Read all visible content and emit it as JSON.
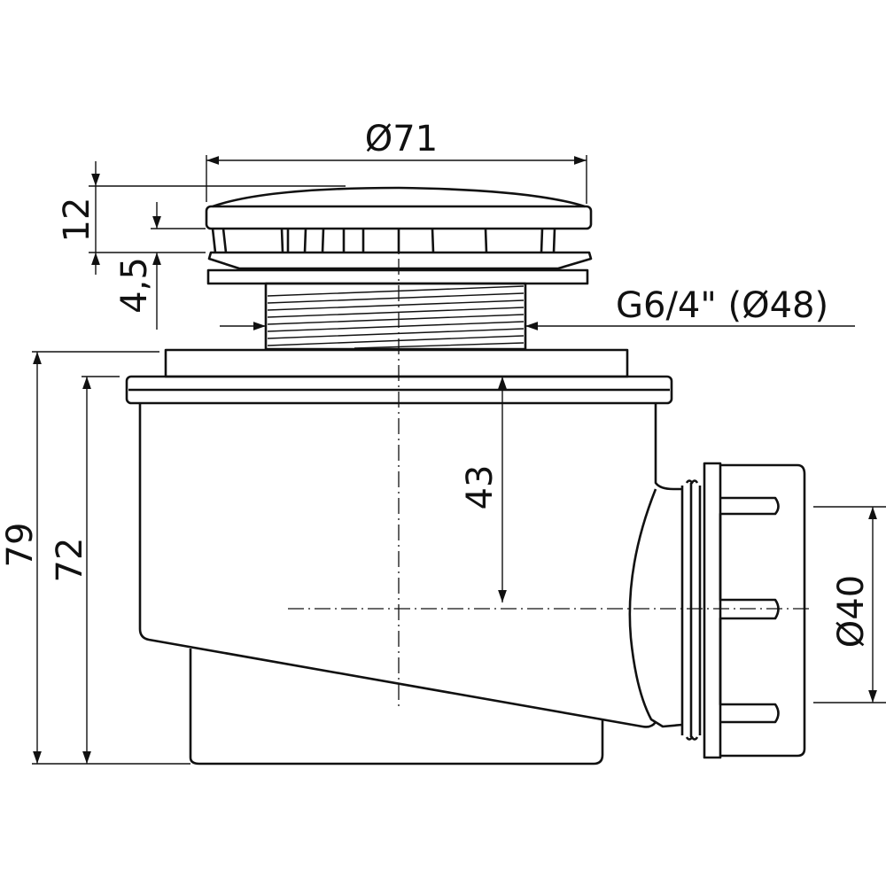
{
  "title": "Shower tray drain dimensions",
  "dimensions": {
    "cap_diameter": "Ø71",
    "cap_height": "12",
    "cap_gap": "4,5",
    "thread": "G6/4\" (Ø48)",
    "total_height": "79",
    "body_height": "72",
    "outlet_depth": "43",
    "outlet_diameter": "Ø40"
  },
  "colors": {
    "line": "#111111",
    "background": "#ffffff"
  }
}
